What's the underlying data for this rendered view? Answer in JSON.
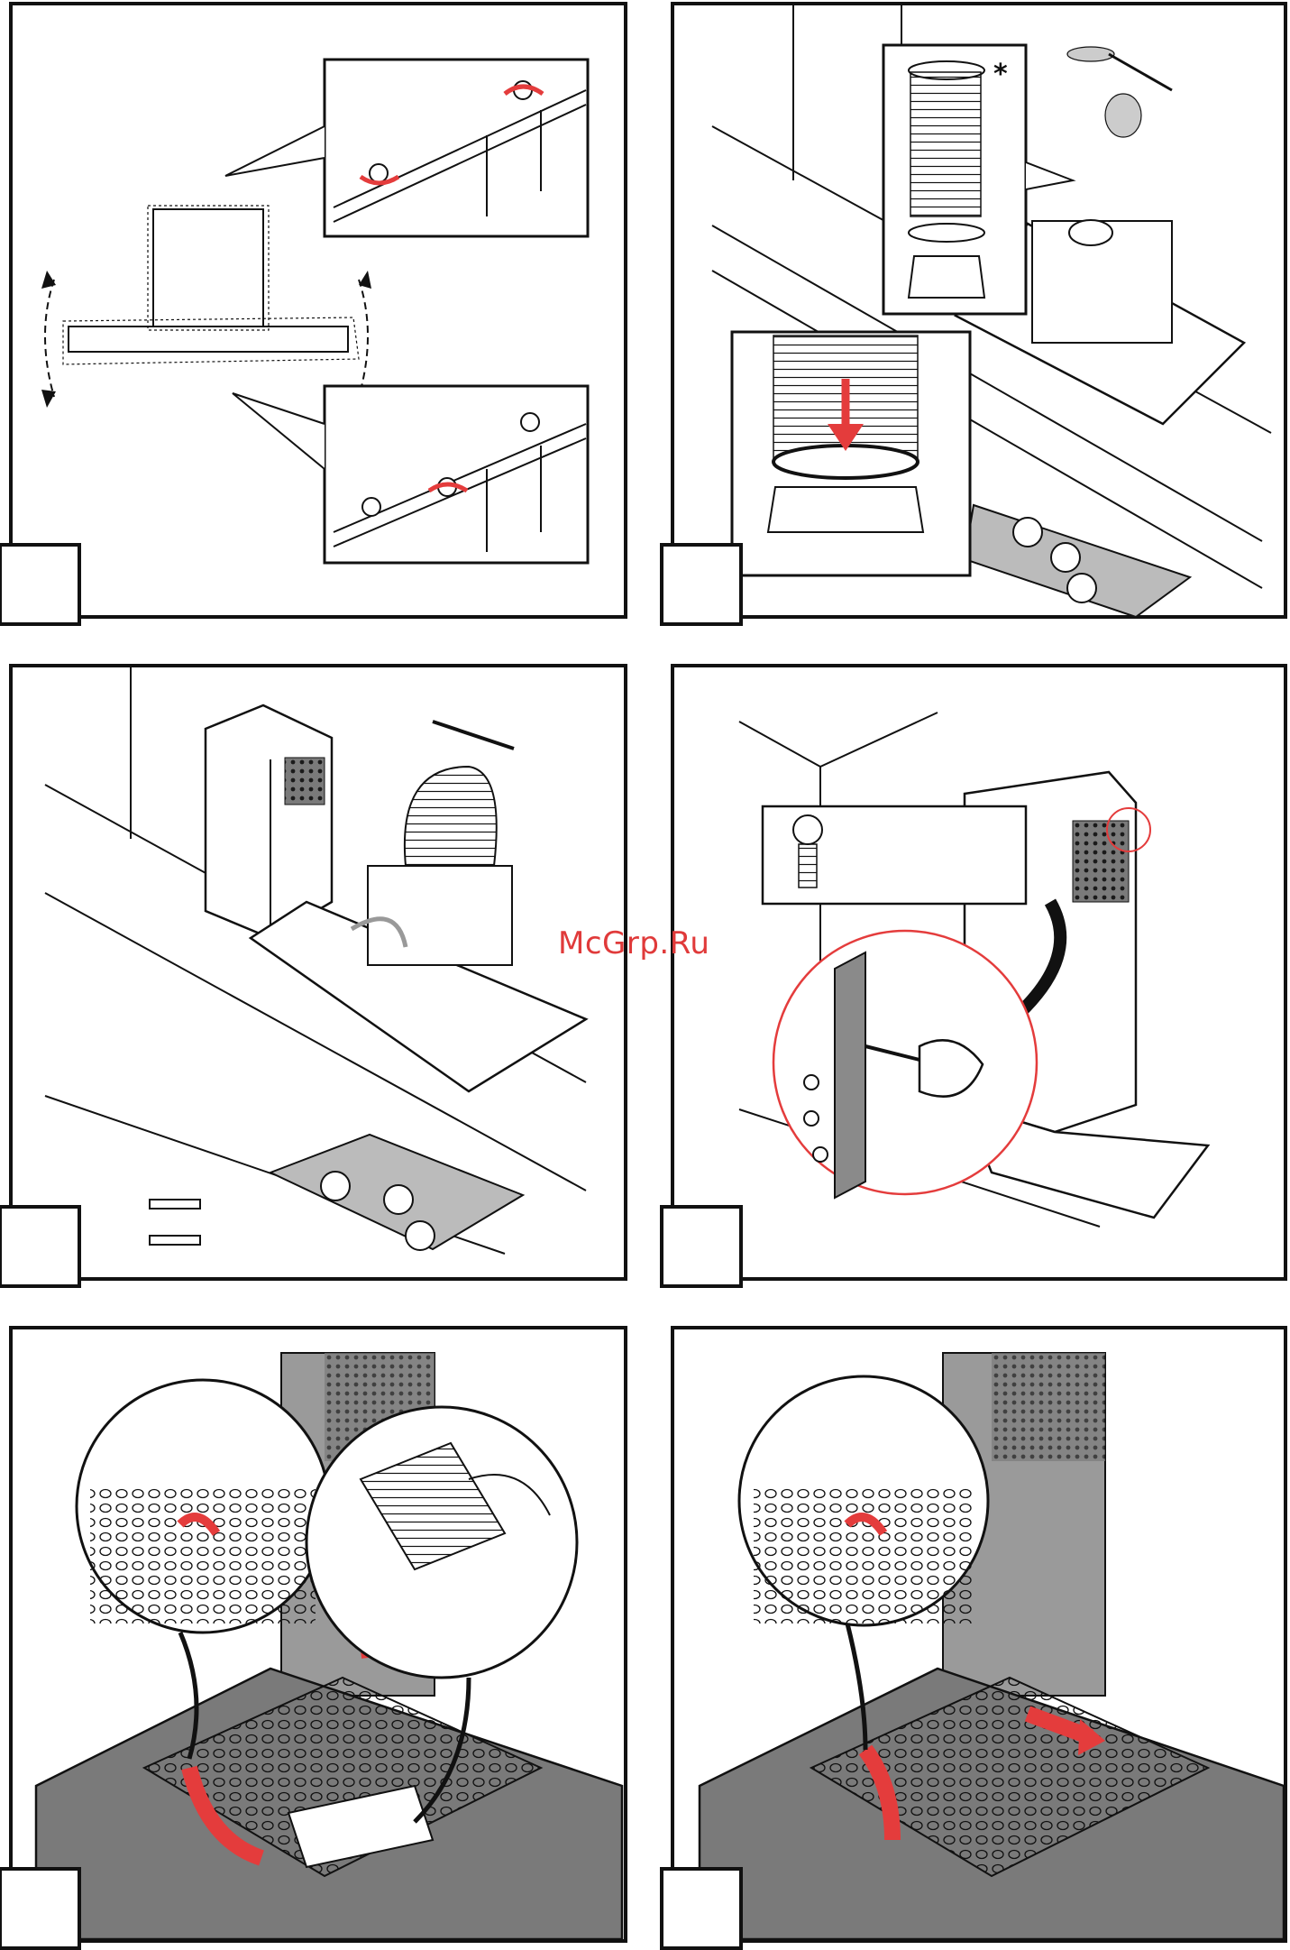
{
  "watermark": {
    "text": "McGrp.Ru"
  },
  "panels": [
    {
      "id": 1,
      "marker": "*"
    },
    {
      "id": 2,
      "marker": "*"
    },
    {
      "id": 3
    },
    {
      "id": 4
    },
    {
      "id": 5
    },
    {
      "id": 6
    }
  ],
  "colors": {
    "line": "#111111",
    "gray": "#9a9a9a",
    "dark": "#6b6b6b",
    "accent": "#e43c3c",
    "light": "#dcdcdc"
  },
  "icons": [
    "rotate-arrow-icon",
    "screw-icon",
    "down-arrow-icon",
    "screwdriver-icon",
    "filter-arrow-icon"
  ]
}
